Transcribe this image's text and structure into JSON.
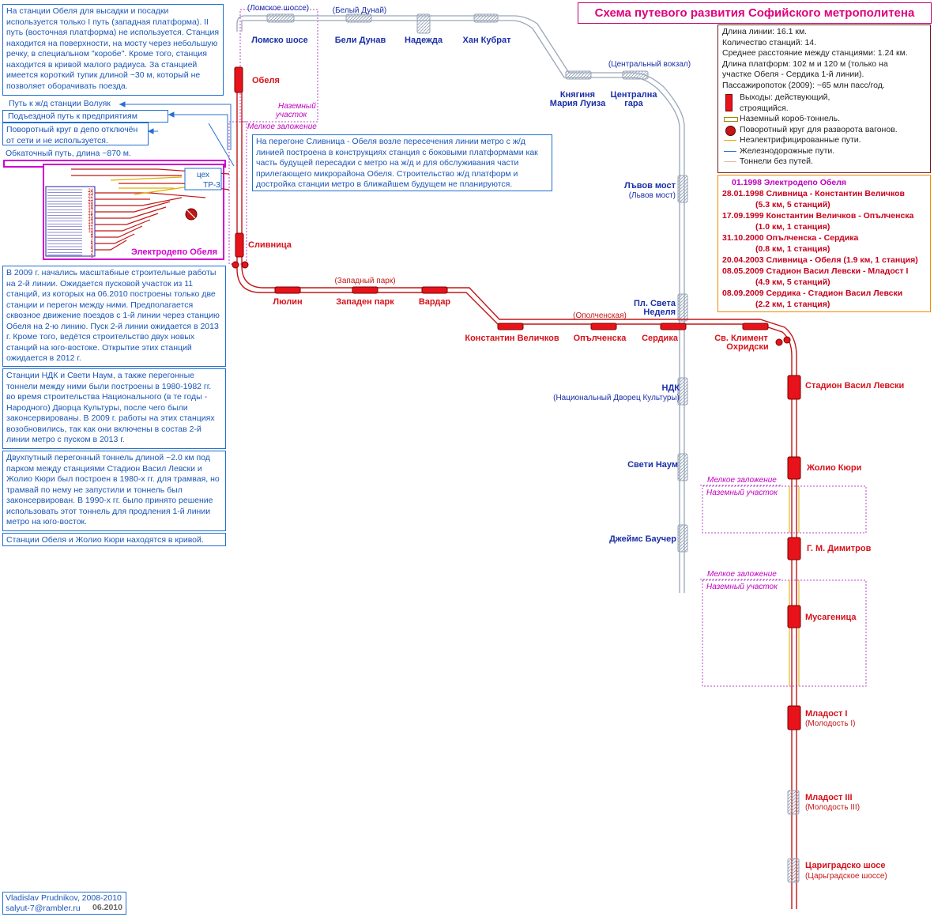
{
  "title": "Схема путевого развития Софийского метрополитена",
  "facts": [
    "Длина линии: 16.1 км.",
    "Количество станций: 14.",
    "Среднее расстояние между станциями: 1.24 км.",
    "Длина платформ: 102 м и 120 м (только на",
    "участке Обеля - Сердика 1-й линии).",
    "Пассажиропоток (2009): ~65 млн пасс/год."
  ],
  "legend": {
    "exits": "Выходы: действующий,",
    "exits2": "строящийся.",
    "box_tunnel": "Наземный короб-тоннель.",
    "turntable": "Поворотный круг для разворота вагонов.",
    "nonelectrified": "Неэлектрифицированные пути.",
    "railway": "Железнодорожные пути.",
    "tunnels_no_track": "Тоннели без путей."
  },
  "history": {
    "first": "01.1998 Электродепо Обеля",
    "items": [
      {
        "line": "28.01.1998 Сливница - Константин Величков",
        "sub": "(5.3 км, 5 станций)"
      },
      {
        "line": "17.09.1999 Константин Величков - Опълченска",
        "sub": "(1.0 км, 1 станция)"
      },
      {
        "line": "31.10.2000 Опълченска - Сердика",
        "sub": "(0.8 км, 1 станция)"
      },
      {
        "line": "20.04.2003 Сливница - Обеля (1.9 км, 1 станция)",
        "sub": ""
      },
      {
        "line": "08.05.2009 Стадион Васил Левски - Младост I",
        "sub": "(4.9 км, 5 станций)"
      },
      {
        "line": "08.09.2009 Сердика - Стадион Васил Левски",
        "sub": "(2.2 км, 1 станция)"
      }
    ]
  },
  "notes": {
    "obelya": "На станции Обеля для высадки и посадки используется только I путь (западная платформа). II путь (восточная платформа) не используется. Станция находится на поверхности, на мосту через небольшую речку, в специальном \"коробе\". Кроме того, станция находится в кривой малого радиуса. За станцией имеется короткий тупик длиной ~30 м, который не позволяет оборачивать поезда.",
    "rail_voluyak": "Путь к ж/д станции Волуяк",
    "access_track": "Подъездной путь к предприятиям",
    "turntable_off": "Поворотный круг в депо отключён от сети и не используется.",
    "test_track": "Обкаточный путь, длина ~870 м.",
    "slivnitsa_obelya": "На перегоне Сливница - Обеля возле пересечения линии метро с ж/д линией построена в конструкциях станция с боковыми платформами как часть будущей пересадки с метро на ж/д и для обслуживания части прилегающего микрорайона Обеля. Строительство ж/д платформ и достройка станции метро в ближайшем будущем не планируются.",
    "line2_2009": "В 2009 г. начались масштабные строительные работы на 2-й линии. Ожидается пусковой участок из 11 станций, из которых на 06.2010 построены только две станции и перегон между ними. Предполагается сквозное движение поездов с 1-й линии через станцию Обеля на 2-ю линию. Пуск 2-й линии ожидается в 2013 г. Кроме того, ведётся строительство двух новых станций на юго-востоке. Открытие этих станций ожидается в 2012 г.",
    "ndk_naum": "Станции НДК и Свети Наум, а также перегонные тоннели между ними были построены в 1980-1982 гг. во время строительства Национального (в те годы - Народного) Дворца Культуры, после чего были законсервированы. В 2009 г. работы на этих станциях возобновились, так как они включены в состав 2-й линии метро с пуском в 2013 г.",
    "tram_tunnel": "Двухпутный перегонный тоннель длиной ~2.0 км под парком между станциями Стадион Васил Левски и Жолио Кюри был построен в 1980-х гг. для трамвая, но трамвай по нему не запустили и тоннель был законсервирован. В 1990-х гг. было принято решение использовать этот тоннель для продления 1-й линии метро на юго-восток.",
    "curve": "Станции Обеля и Жолио Кюри находятся в кривой."
  },
  "credit": {
    "author": "Vladislav Prudnikov, 2008-2010",
    "email": "salyut-7@rambler.ru",
    "date": "06.2010"
  },
  "depot": {
    "name": "Электродепо Обеля",
    "workshop1": "цех",
    "workshop2": "ТР-3",
    "track_numbers": [
      "24",
      "23",
      "22",
      "21",
      "20",
      "19",
      "18",
      "17",
      "16",
      "15",
      "14",
      "13",
      "12",
      "11",
      "10",
      "9",
      "8",
      "7",
      "6",
      "5",
      "4",
      "3",
      "2",
      "1"
    ]
  },
  "zones": {
    "surface": "Наземный участок",
    "surface_obelya": "Наземный",
    "surface_obelya2": "участок",
    "shallow": "Мелкое заложение"
  },
  "line1_stations": [
    {
      "id": "obelya",
      "name": "Обеля"
    },
    {
      "id": "slivnitsa",
      "name": "Сливница"
    },
    {
      "id": "lyulin",
      "name": "Люлин"
    },
    {
      "id": "zapaden-park",
      "name": "Западен парк",
      "alt": "(Западный парк)"
    },
    {
      "id": "vardar",
      "name": "Вардар"
    },
    {
      "id": "k-velichkov",
      "name": "Константин Величков"
    },
    {
      "id": "opalchenska",
      "name": "Опълченска",
      "alt": "(Ополченская)"
    },
    {
      "id": "serdika",
      "name": "Сердика"
    },
    {
      "id": "kliment",
      "name": "Св. Климент",
      "name2": "Охридски"
    },
    {
      "id": "stadion",
      "name": "Стадион Васил Левски"
    },
    {
      "id": "joliot",
      "name": "Жолио Кюри"
    },
    {
      "id": "dimitrov",
      "name": "Г. М. Димитров"
    },
    {
      "id": "musagenitsa",
      "name": "Мусагеница"
    },
    {
      "id": "mladost1",
      "name": "Младост I",
      "alt": "(Молодость I)"
    },
    {
      "id": "mladost3",
      "name": "Младост III",
      "alt": "(Молодость III)"
    },
    {
      "id": "tsarigr",
      "name": "Цариградско шосе",
      "alt": "(Царьградское шоссе)"
    }
  ],
  "line2_stations": [
    {
      "id": "lomsko",
      "name": "Ломско шосе",
      "alt": "(Ломское шоссе)"
    },
    {
      "id": "beli-dunav",
      "name": "Бели Дунав",
      "alt": "(Белый Дунай)"
    },
    {
      "id": "nadezhda",
      "name": "Надежда"
    },
    {
      "id": "khan-kubrat",
      "name": "Хан Кубрат"
    },
    {
      "id": "knyaginya",
      "name": "Княгиня",
      "name2": "Мария Луиза"
    },
    {
      "id": "tsentralna",
      "name": "Централна",
      "name2": "гара",
      "alt": "(Центральный вокзал)"
    },
    {
      "id": "lvov",
      "name": "Лъвов мост",
      "alt": "(Львов мост)"
    },
    {
      "id": "sveta-nedelya",
      "name": "Пл. Света",
      "name2": "Неделя"
    },
    {
      "id": "ndk",
      "name": "НДК",
      "alt": "(Национальный Дворец Культуры)"
    },
    {
      "id": "sveti-naum",
      "name": "Свети Наум"
    },
    {
      "id": "bourchier",
      "name": "Джеймс Баучер"
    }
  ],
  "colors": {
    "line1": "#c41616",
    "line2": "#9aa6b8",
    "station": "#e8131a",
    "station_label": "#d6121b",
    "line2_label": "#1a2fa8",
    "note_border": "#1f6fd1",
    "zone": "#b545c8",
    "nonelectrified": "#e0b000",
    "railway": "#2a6fd0",
    "title": "#e0007a"
  }
}
